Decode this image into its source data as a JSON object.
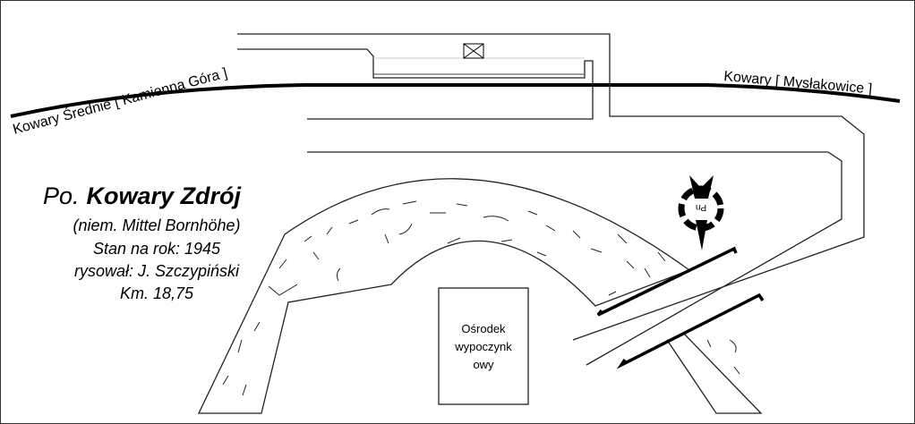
{
  "labels": {
    "left_direction": "Kowary Średnie [ Kamienna Góra ]",
    "right_direction": "Kowary [ Mysłakowice ]",
    "title_prefix": "Po.",
    "title_name": "Kowary Zdrój",
    "german_name": "(niem. Mittel Bornhöhe)",
    "state": "Stan na rok: 1945",
    "author": "rysował: J. Szczypiński",
    "km": "Km. 18,75",
    "building_line1": "Ośrodek",
    "building_line2": "wypoczynk",
    "building_line3": "owy",
    "compass_mark": "Pn"
  }
}
